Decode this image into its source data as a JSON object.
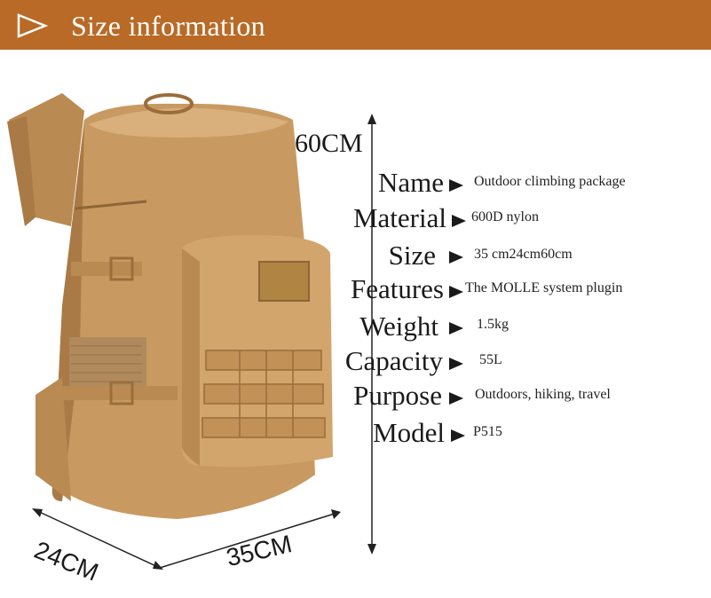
{
  "banner": {
    "title": "Size information",
    "color": "#b86a26",
    "icon": "play-outline-icon"
  },
  "dimensions": {
    "height": "60CM",
    "depth": "24CM",
    "width": "35CM"
  },
  "specs": [
    {
      "key": "Name",
      "value": "Outdoor climbing package"
    },
    {
      "key": "Material",
      "value": "600D nylon"
    },
    {
      "key": "Size",
      "value": "35 cm24cm60cm"
    },
    {
      "key": "Features",
      "value": "The MOLLE system plugin"
    },
    {
      "key": "Weight",
      "value": "1.5kg"
    },
    {
      "key": "Capacity",
      "value": "55L"
    },
    {
      "key": "Purpose",
      "value": "Outdoors, hiking, travel"
    },
    {
      "key": "Model",
      "value": "P515"
    }
  ],
  "colors": {
    "bag": "#c89a62",
    "bag_shadow": "#a97a45",
    "bag_light": "#d9b07c"
  }
}
